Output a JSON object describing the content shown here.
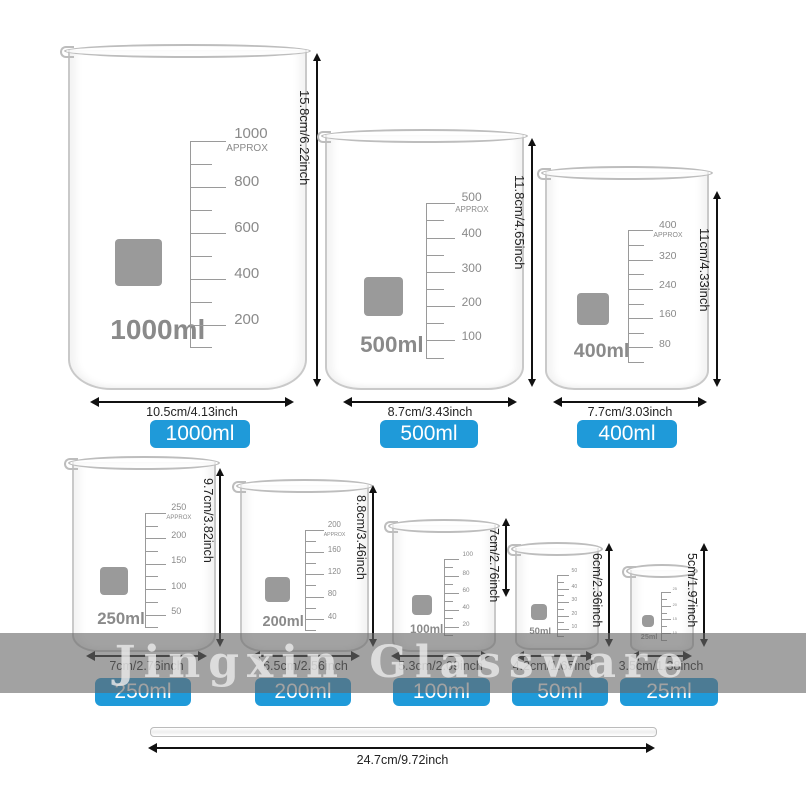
{
  "beakers": [
    {
      "capacity": "1000ml",
      "logo": "1000ml",
      "approx": "APPROX",
      "scale": [
        "1000",
        "800",
        "600",
        "400",
        "200"
      ],
      "height_label": "15.8cm/6.22inch",
      "width_label": "10.5cm/4.13inch",
      "badge": "1000ml"
    },
    {
      "capacity": "500ml",
      "logo": "500ml",
      "approx": "APPROX",
      "scale": [
        "500",
        "400",
        "300",
        "200",
        "100"
      ],
      "height_label": "11.8cm/4.65inch",
      "width_label": "8.7cm/3.43inch",
      "badge": "500ml"
    },
    {
      "capacity": "400ml",
      "logo": "400ml",
      "approx": "APPROX",
      "scale": [
        "400",
        "320",
        "240",
        "160",
        "80"
      ],
      "height_label": "11cm/4.33inch",
      "width_label": "7.7cm/3.03inch",
      "badge": "400ml"
    },
    {
      "capacity": "250ml",
      "logo": "250ml",
      "approx": "APPROX",
      "scale": [
        "250",
        "200",
        "150",
        "100",
        "50"
      ],
      "height_label": "9.7cm/3.82inch",
      "width_label": "7cm/2.76inch",
      "badge": "250ml"
    },
    {
      "capacity": "200ml",
      "logo": "200ml",
      "approx": "APPROX",
      "scale": [
        "200",
        "160",
        "120",
        "80",
        "40"
      ],
      "height_label": "8.8cm/3.46inch",
      "width_label": "6.5cm/2.56inch",
      "badge": "200ml"
    },
    {
      "capacity": "100ml",
      "logo": "100ml",
      "approx": "",
      "scale": [
        "100",
        "80",
        "60",
        "40",
        "20"
      ],
      "height_label": "7cm/2.76inch",
      "width_label": "5.3cm/2.09inch",
      "badge": "100ml"
    },
    {
      "capacity": "50ml",
      "logo": "50ml",
      "approx": "",
      "scale": [
        "50",
        "40",
        "30",
        "20",
        "10"
      ],
      "height_label": "6cm/2.36inch",
      "width_label": "4.2cm/1.65inch",
      "badge": "50ml"
    },
    {
      "capacity": "25ml",
      "logo": "25ml",
      "approx": "",
      "scale": [
        "25",
        "20",
        "15",
        "10"
      ],
      "height_label": "5cm/1.97inch",
      "width_label": "3.5cm/1.38inch",
      "badge": "25ml"
    }
  ],
  "stirring_rod": {
    "length_label": "24.7cm/9.72inch"
  },
  "watermark": "Jingxin Glassware",
  "colors": {
    "badge": "#1f9ad9",
    "watermark_band": "#696969"
  }
}
